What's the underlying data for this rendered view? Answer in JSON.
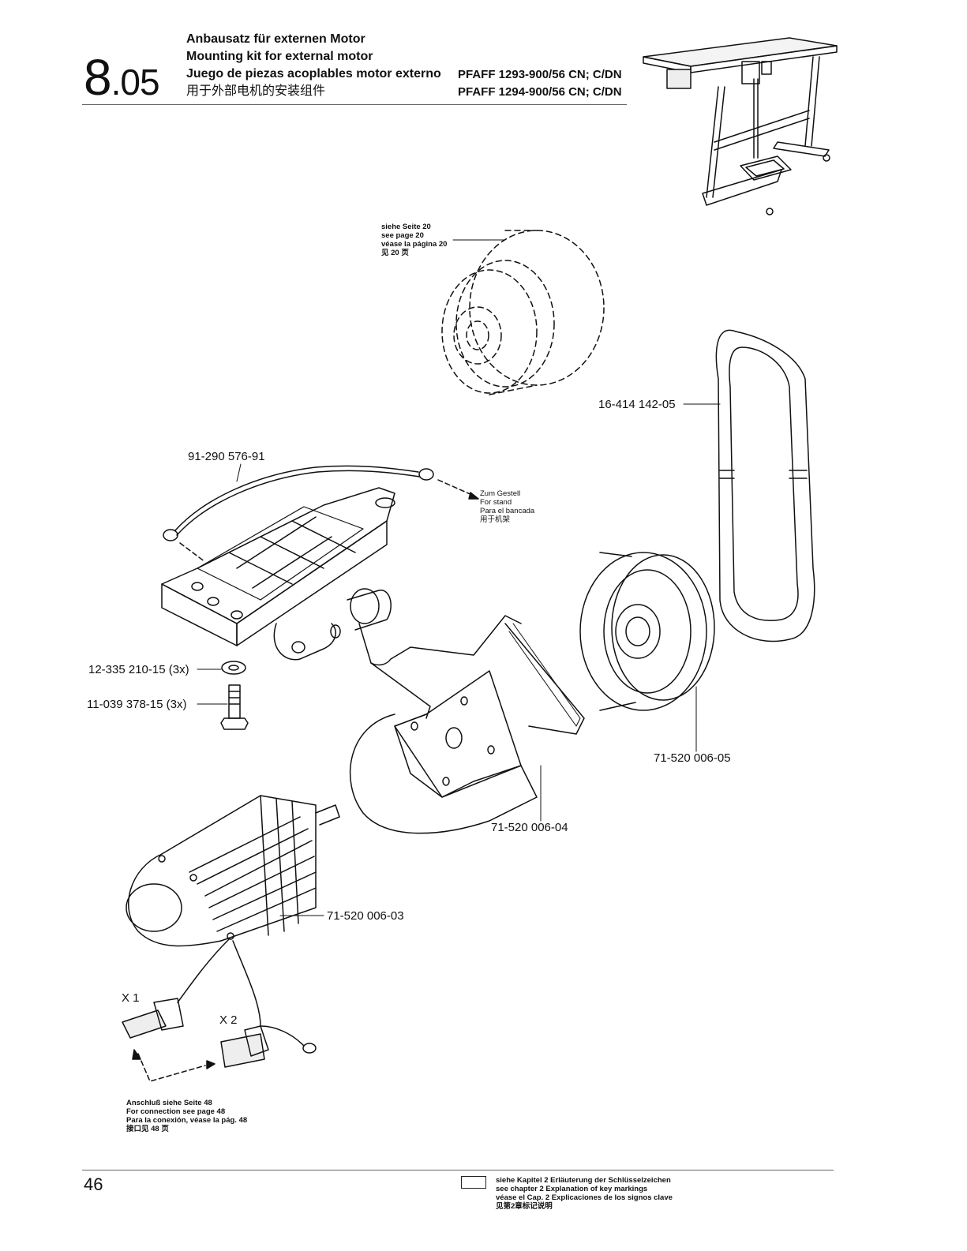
{
  "section": {
    "major": "8",
    "minor": ".05"
  },
  "titles": {
    "de": "Anbausatz für externen Motor",
    "en": "Mounting kit for external motor",
    "es": "Juego de piezas acoplables motor externo",
    "zh": "用于外部电机的安装组件"
  },
  "models": [
    "PFAFF 1293-900/56 CN; C/DN",
    "PFAFF 1294-900/56 CN; C/DN"
  ],
  "notes": {
    "see_page_20": [
      "siehe Seite 20",
      "see page 20",
      "véase la página 20",
      "见 20 页"
    ],
    "for_stand": [
      "Zum Gestell",
      "For stand",
      "Para el bancada",
      "用于机架"
    ],
    "connection": [
      "Anschluß siehe Seite 48",
      "For connection see page 48",
      "Para la conexión, véase la pág. 48",
      "接口见 48 页"
    ]
  },
  "parts": {
    "belt": "16-414 142-05",
    "cable": "91-290 576-91",
    "washer": "12-335 210-15 (3x)",
    "screw": "11-039 378-15 (3x)",
    "pulley": "71-520 006-05",
    "bracket": "71-520 006-04",
    "motor": "71-520 006-03"
  },
  "connectors": {
    "x1": "X 1",
    "x2": "X 2"
  },
  "page_number": "46",
  "key_note": [
    "siehe Kapitel 2 Erläuterung der Schlüsselzeichen",
    "see chapter 2 Explanation of key markings",
    "véase el Cap. 2 Explicaciones de los signos clave",
    "见第2章标记说明"
  ]
}
